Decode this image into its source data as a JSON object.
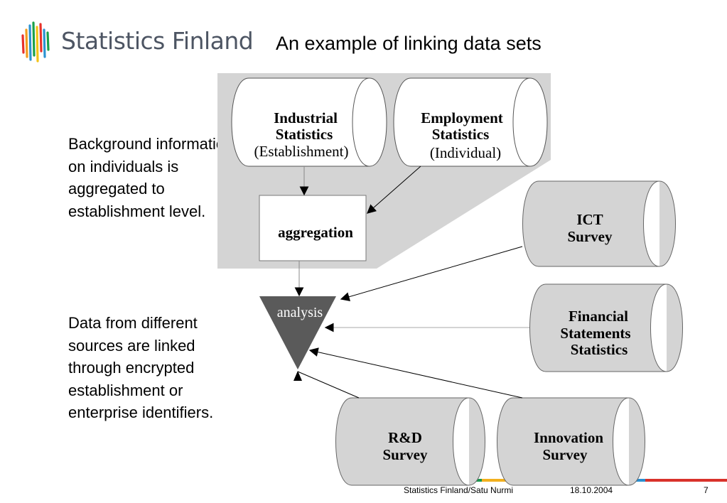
{
  "header": {
    "logo_text": "Statistics Finland",
    "title": "An example of linking data sets"
  },
  "left_text": {
    "block1": "Background information on individuals is aggregated to establishment level.",
    "block2": "Data from different sources are linked through encrypted establishment or enterprise identifiers."
  },
  "diagram": {
    "industrial": {
      "line1": "Industrial",
      "line2": "Statistics",
      "line3": "(Establishment)"
    },
    "employment": {
      "line1": "Employment",
      "line2": "Statistics",
      "line3": "(Individual)"
    },
    "aggregation": "aggregation",
    "analysis": "analysis",
    "ict": {
      "line1": "ICT",
      "line2": "Survey"
    },
    "financial": {
      "line1": "Financial",
      "line2": "Statements",
      "line3": "Statistics"
    },
    "rd": {
      "line1": "R&D",
      "line2": "Survey"
    },
    "innovation": {
      "line1": "Innovation",
      "line2": "Survey"
    }
  },
  "footer": {
    "author": "Statistics Finland/Satu Nurmi",
    "date": "18.10.2004",
    "page": "7",
    "stripe_colors": [
      "#1a9850",
      "#f2b01e",
      "#2a8fd0",
      "#d9322b"
    ]
  }
}
